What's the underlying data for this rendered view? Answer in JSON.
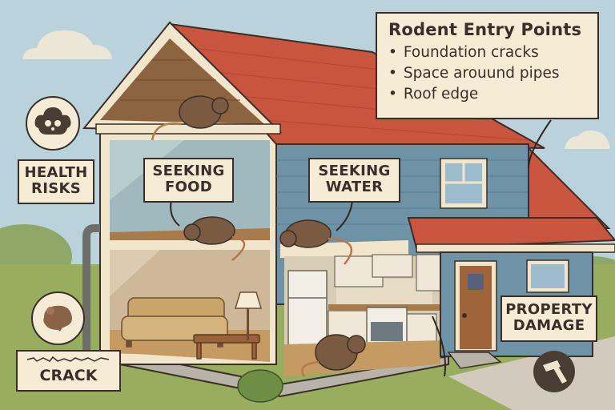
{
  "title": "Rodent Entry Points",
  "entry_points": {
    "title": "Rodent Entry Points",
    "items": [
      {
        "label": "Foundation cracks"
      },
      {
        "label": "Space arouund pipes"
      },
      {
        "label": "Roof edge"
      }
    ]
  },
  "callouts": {
    "health_risks": {
      "line1": "HEALTH",
      "line2": "RISKS",
      "icon": "skull-cloud-icon"
    },
    "seeking_food": {
      "line1": "SEEKING",
      "line2": "FOOD"
    },
    "seeking_water": {
      "line1": "SEEKING",
      "line2": "WATER"
    },
    "property_damage": {
      "line1": "PROPERTY",
      "line2": "DAMAGE",
      "icon": "hammer-icon"
    },
    "crack": {
      "line1": "CRACK",
      "icon": "rodent-silhouette-icon"
    }
  },
  "scene": {
    "rooms": [
      "attic",
      "upper-left-room",
      "upper-right-room",
      "living-room",
      "kitchen"
    ],
    "rodents": [
      {
        "location": "attic beam"
      },
      {
        "location": "upper floor ledge (food)"
      },
      {
        "location": "upper floor ledge (water)"
      },
      {
        "location": "kitchen floor"
      }
    ]
  },
  "colors": {
    "sky": "#b9d2dc",
    "roof": "#c9553f",
    "siding": "#6f93a6",
    "trim": "#f1e6cc",
    "label_bg": "#f6ecd6",
    "outline": "#3a2f28",
    "grass": "#98ad5e",
    "rodent": "#7a5b42",
    "door": "#a0643a"
  }
}
